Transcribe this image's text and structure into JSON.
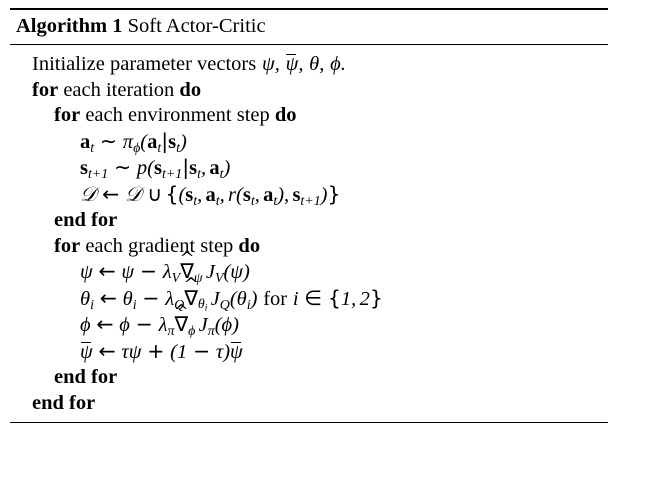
{
  "document": {
    "type": "algorithm-pseudocode-block",
    "background_color": "#ffffff",
    "text_color": "#000000"
  },
  "caption": {
    "label": "Algorithm 1",
    "title": "Soft Actor-Critic"
  },
  "body": {
    "lines": [
      {
        "indent": 0,
        "segments": [
          {
            "kind": "text",
            "text": "Initialize parameter vectors "
          },
          {
            "kind": "math",
            "text": "ψ, ψ̄, θ, ϕ."
          }
        ],
        "plain": "Initialize parameter vectors ψ, ψ̄, θ, ϕ."
      },
      {
        "indent": 0,
        "plain": "for each iteration do",
        "keywords": [
          "for",
          "do"
        ]
      },
      {
        "indent": 1,
        "plain": "for each environment step do",
        "keywords": [
          "for",
          "do"
        ]
      },
      {
        "indent": 2,
        "plain": "a_t ∼ π_ϕ(a_t|s_t)"
      },
      {
        "indent": 2,
        "plain": "s_{t+1} ∼ p(s_{t+1}|s_t, a_t)"
      },
      {
        "indent": 2,
        "plain": "𝒟 ← 𝒟 ∪ {(s_t, a_t, r(s_t, a_t), s_{t+1})}"
      },
      {
        "indent": 1,
        "plain": "end for",
        "keywords": [
          "end",
          "for"
        ]
      },
      {
        "indent": 1,
        "plain": "for each gradient step do",
        "keywords": [
          "for",
          "do"
        ]
      },
      {
        "indent": 2,
        "plain": "ψ ← ψ − λ_V ∇̂_ψ J_V(ψ)"
      },
      {
        "indent": 2,
        "plain": "θ_i ← θ_i − λ_Q ∇̂_{θ_i} J_Q(θ_i) for i ∈ {1, 2}"
      },
      {
        "indent": 2,
        "plain": "ϕ ← ϕ − λ_π ∇̂_ϕ J_π(ϕ)"
      },
      {
        "indent": 2,
        "plain": "ψ̄ ← τψ + (1 − τ)ψ̄"
      },
      {
        "indent": 1,
        "plain": "end for",
        "keywords": [
          "end",
          "for"
        ]
      },
      {
        "indent": 0,
        "plain": "end for",
        "keywords": [
          "end",
          "for"
        ]
      }
    ],
    "keywords_text": {
      "for": "for",
      "do": "do",
      "end": "end",
      "each_iteration": "each iteration",
      "each_environment_step": "each environment step",
      "each_gradient_step": "each gradient step",
      "end_for": "end for",
      "initialize_prefix": "Initialize parameter vectors",
      "for_i_in": "for",
      "in_symbol": "∈"
    }
  }
}
